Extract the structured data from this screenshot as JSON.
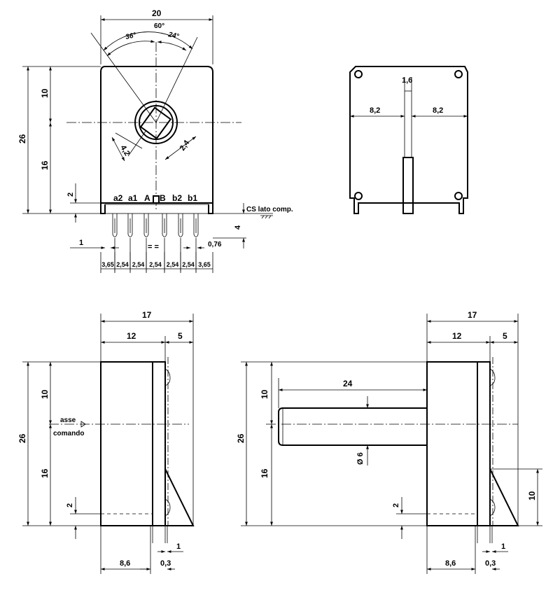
{
  "front_view": {
    "dims": {
      "width": "20",
      "angle_total": "60°",
      "angle_left": "36°",
      "angle_right": "24°",
      "height_total": "26",
      "height_top": "10",
      "height_bottom": "16",
      "flat": "4,2",
      "small": "2,4",
      "pin_height": "2",
      "pin_length": "4",
      "pin_offset": "1",
      "pin_width": "0,76",
      "equal": "= ="
    },
    "pin_labels": [
      "a2",
      "a1",
      "A",
      "B",
      "b2",
      "b1"
    ],
    "pitch": [
      "3,65",
      "2,54",
      "2,54",
      "2,54",
      "2,54",
      "2,54",
      "3,65"
    ],
    "cs_label": "CS lato comp."
  },
  "rear_view": {
    "dims": {
      "slot": "1,6",
      "left": "8,2",
      "right": "8,2"
    }
  },
  "side_left": {
    "dims": {
      "total": "17",
      "body": "12",
      "rear": "5",
      "height_total": "26",
      "height_top": "10",
      "height_bottom": "16",
      "pin": "2",
      "bottom_a": "8,6",
      "bottom_b": "0,3",
      "bottom_c": "1"
    },
    "axis_label_1": "asse",
    "axis_label_2": "comando"
  },
  "side_right": {
    "dims": {
      "total": "17",
      "body": "12",
      "rear": "5",
      "shaft": "24",
      "diameter": "Ø 6",
      "height_total": "26",
      "height_top": "10",
      "height_bottom": "16",
      "right_h": "10",
      "pin": "2",
      "bottom_a": "8,6",
      "bottom_b": "0,3",
      "bottom_c": "1"
    }
  }
}
